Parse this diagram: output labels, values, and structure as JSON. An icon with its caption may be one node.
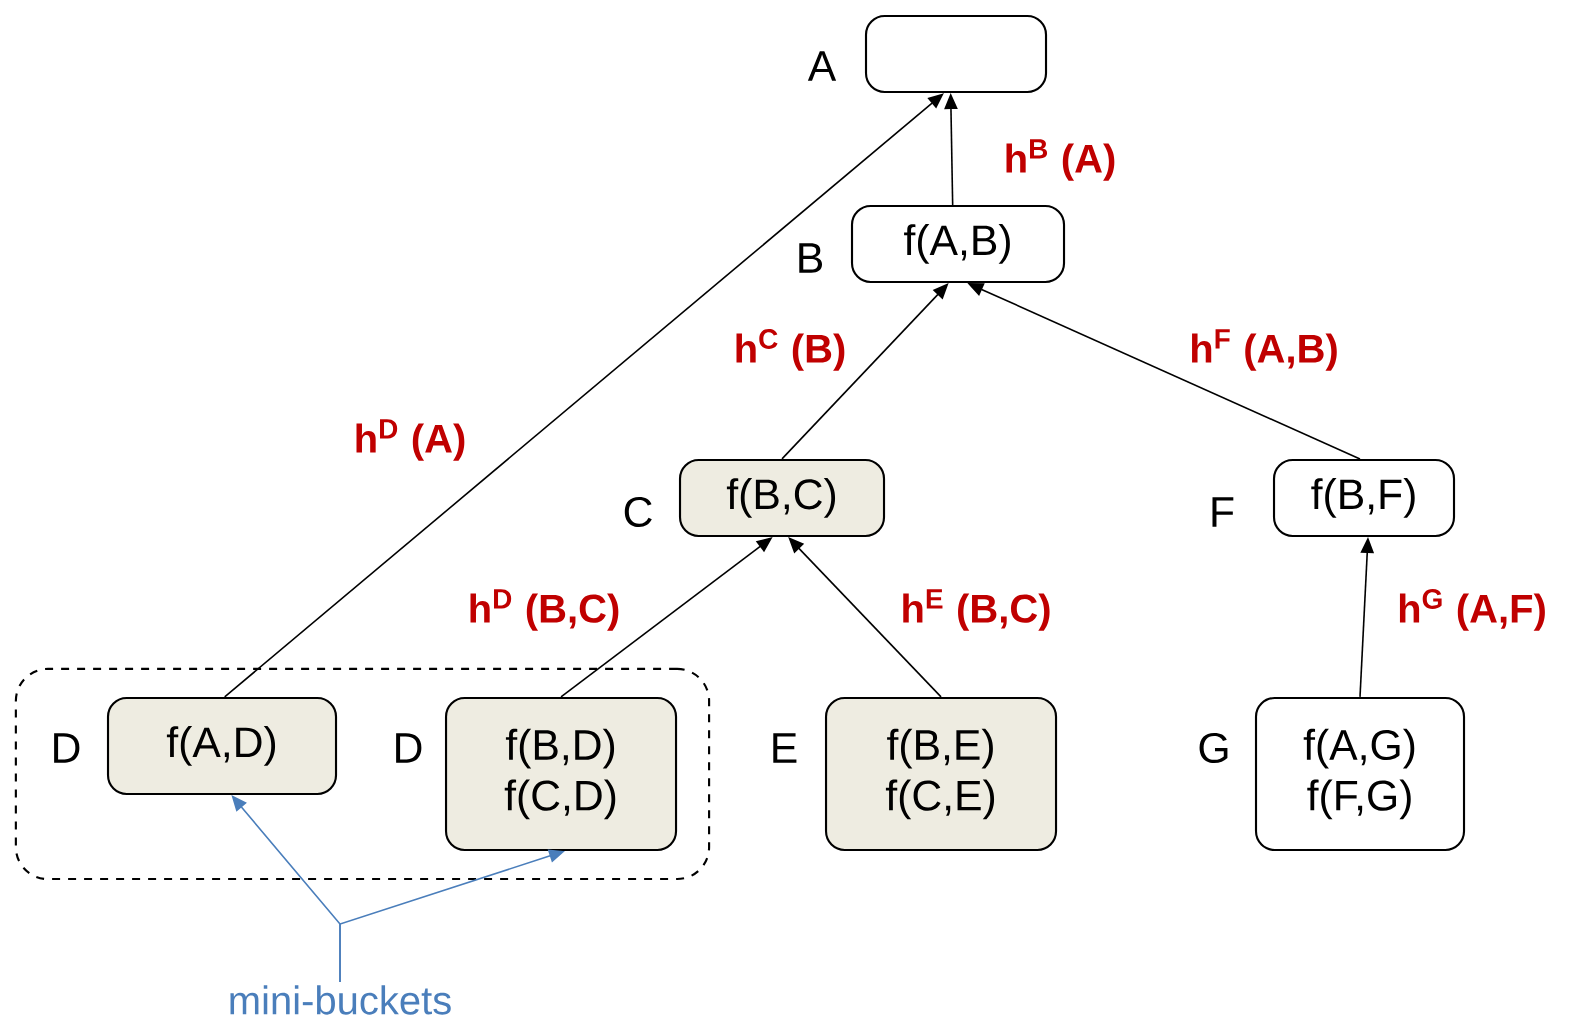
{
  "diagram": {
    "nodes": [
      {
        "text": [],
        "shape": "box",
        "beside": [
          "A"
        ]
      },
      {
        "text": [
          "f(A,B)"
        ],
        "beside": [
          "B"
        ]
      },
      {
        "text": [
          "f(B,C)"
        ],
        "beside": [
          "C"
        ]
      },
      {
        "text": [
          "f(B,F)"
        ],
        "beside": [
          "F"
        ]
      },
      {
        "text": [],
        "shape": "box"
      },
      {
        "text": [
          "f(A,D)"
        ],
        "beside": [
          "D"
        ],
        "in": 4
      },
      {
        "text": [
          "f(B,D)",
          "f(C,D)"
        ],
        "beside": [
          "D"
        ],
        "in": 4
      },
      {
        "text": [
          "f(B,E)",
          "f(C,E)"
        ],
        "beside": [
          "E"
        ]
      },
      {
        "text": [
          "f(A,G)",
          "f(F,G)"
        ],
        "beside": [
          "G"
        ]
      },
      {
        "text": [
          "mini-buckets"
        ]
      }
    ],
    "edges": [
      {
        "from": 1,
        "to": 0,
        "arrow": "to",
        "label": "h$^{B}$ (A)"
      },
      {
        "from": 5,
        "to": 0,
        "arrow": "to",
        "label": "h$^{D}$ (A)"
      },
      {
        "from": 2,
        "to": 1,
        "arrow": "to",
        "label": "h$^{C}$ (B)"
      },
      {
        "from": 3,
        "to": 1,
        "arrow": "to",
        "label": "h$^{F}$ (A,B)"
      },
      {
        "from": 6,
        "to": 2,
        "arrow": "to",
        "label": "h$^{D}$ (B,C)"
      },
      {
        "from": 7,
        "to": 2,
        "arrow": "to",
        "label": "h$^{E}$ (B,C)"
      },
      {
        "from": 8,
        "to": 3,
        "arrow": "to",
        "label": "h$^{G}$ (A,F)"
      },
      {
        "from": 9,
        "to": 5,
        "arrow": "to",
        "color": "#4a7ebb"
      },
      {
        "from": 9,
        "to": 6,
        "arrow": "to",
        "color": "#4a7ebb"
      }
    ]
  }
}
